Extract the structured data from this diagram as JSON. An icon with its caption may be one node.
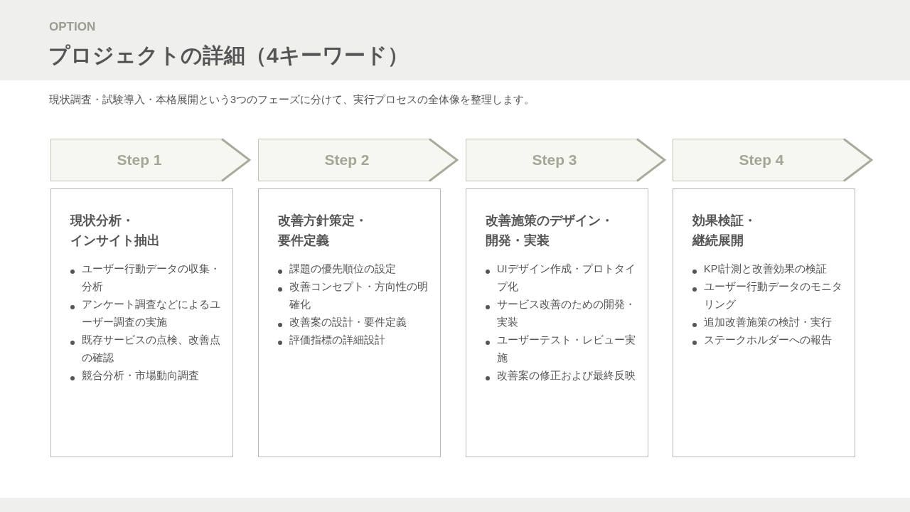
{
  "diagram": {
    "title": "プロジェクトの詳細（4キーワード）",
    "nodes": [
      {
        "text": [
          "Step 1"
        ]
      },
      {
        "text": [
          "Step 2"
        ]
      },
      {
        "text": [
          "Step 3"
        ]
      },
      {
        "text": [
          "Step 4"
        ]
      },
      {
        "text": [
          "現状分析・インサイト抽出",
          "ユーザー行動データの収集・分析",
          "アンケート調査などによるユーザー調査の実施",
          "既存サービスの点検、改善点の確認",
          "競合分析・市場動向調査"
        ]
      },
      {
        "text": [
          "改善方針策定・要件定義",
          "課題の優先順位の設定",
          "改善コンセプト・方向性の明確化",
          "改善案の設計・要件定義",
          "評価指標の詳細設計"
        ]
      },
      {
        "text": [
          "改善施策のデザイン・開発・実装",
          "UIデザイン作成・プロトタイプ化",
          "サービス改善のための開発・実装",
          "ユーザーテスト・レビュー実施",
          "改善案の修正および最終反映"
        ]
      },
      {
        "text": [
          "効果検証・継続展開",
          "KPI計測と改善効果の検証",
          "ユーザー行動データのモニタリング",
          "追加改善施策の検討・実行",
          "ステークホルダーへの報告"
        ]
      }
    ],
    "labels": [
      "OPTION",
      "現状調査・試験導入・本格展開という3つのフェーズに分けて、実行プロセスの全体像を整理します。"
    ]
  }
}
